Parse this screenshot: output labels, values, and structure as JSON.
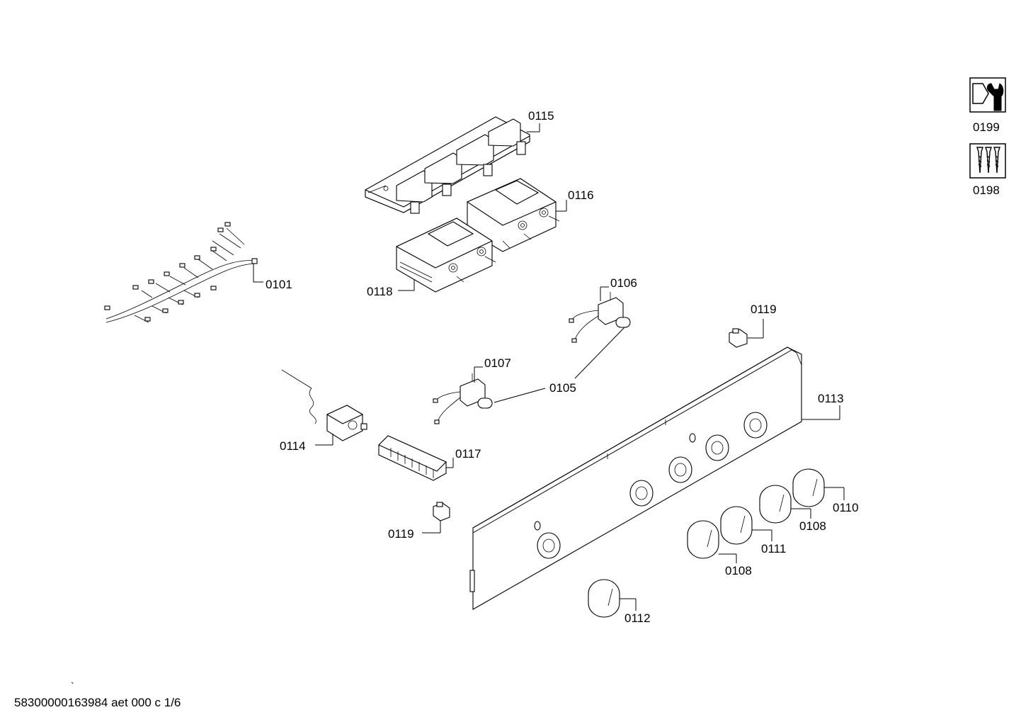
{
  "footer_text": "58300000163984 aet 000 c 1/6",
  "tick_mark": "`",
  "labels": {
    "p0115": "0115",
    "p0116": "0116",
    "p0118": "0118",
    "p0101": "0101",
    "p0106": "0106",
    "p0119a": "0119",
    "p0107": "0107",
    "p0105": "0105",
    "p0113": "0113",
    "p0114": "0114",
    "p0117": "0117",
    "p0119b": "0119",
    "p0110": "0110",
    "p0108a": "0108",
    "p0111": "0111",
    "p0108b": "0108",
    "p0112": "0112",
    "p0199": "0199",
    "p0198": "0198"
  },
  "icons": {
    "service_icon": "wrench-and-nut-icon",
    "screws_icon": "screws-icon"
  }
}
